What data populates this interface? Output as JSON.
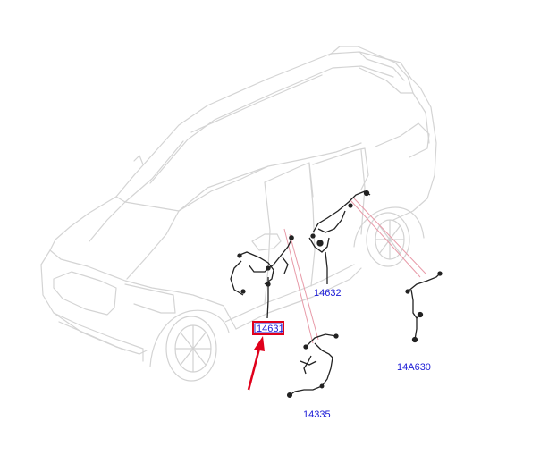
{
  "callouts": {
    "highlighted": "14631",
    "rear_door_harness": "14632",
    "rear_link_harness": "14A630",
    "front_door_harness": "14335"
  },
  "colors": {
    "callout_text": "#1a1ad6",
    "highlight_box": "#e0001b",
    "arrow": "#e0001b",
    "leader_lines": "#e89aa8",
    "vehicle_outline": "#d6d6d6",
    "harness": "#222222"
  }
}
